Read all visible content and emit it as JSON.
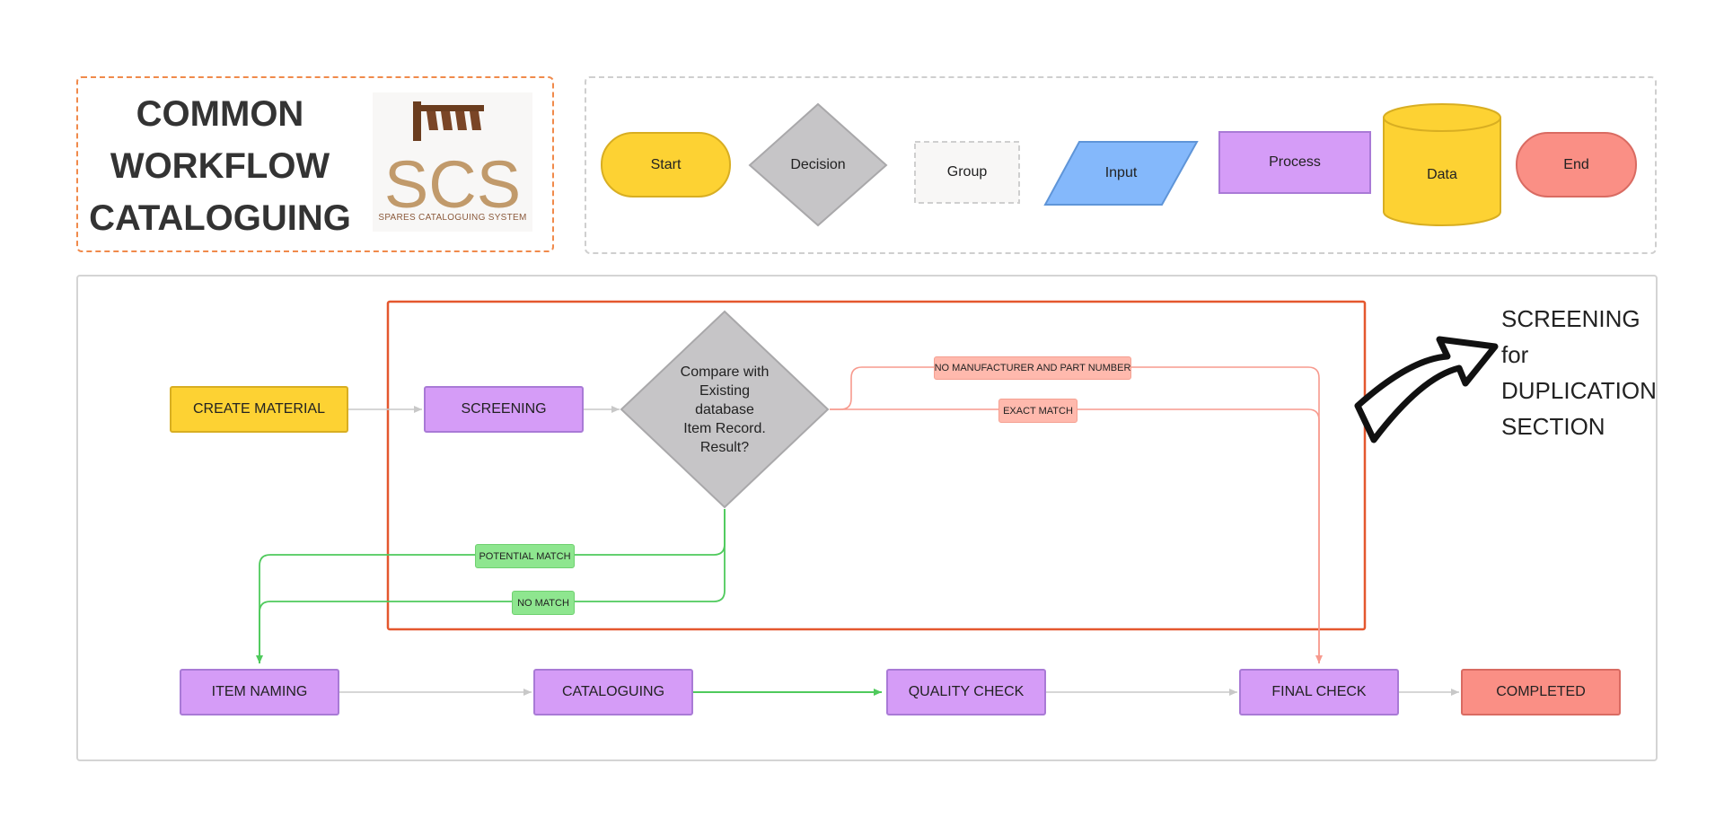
{
  "header": {
    "title_lines": [
      "COMMON",
      "WORKFLOW",
      "CATALOGUING"
    ],
    "logo_letters": "SCS",
    "logo_subtitle": "SPARES CATALOGUING SYSTEM"
  },
  "legend": {
    "start": "Start",
    "decision": "Decision",
    "group": "Group",
    "input": "Input",
    "process": "Process",
    "data": "Data",
    "end": "End"
  },
  "flow": {
    "create_material": "CREATE MATERIAL",
    "screening": "SCREENING",
    "decision_lines": [
      "Compare with",
      "Existing",
      "database",
      "Item Record.",
      "Result?"
    ],
    "item_naming": "ITEM NAMING",
    "cataloguing": "CATALOGUING",
    "quality_check": "QUALITY CHECK",
    "final_check": "FINAL CHECK",
    "completed": "COMPLETED"
  },
  "edge_labels": {
    "no_manufacturer": "NO MANUFACTURER AND PART NUMBER",
    "exact_match": "EXACT MATCH",
    "potential_match": "POTENTIAL MATCH",
    "no_match": "NO MATCH"
  },
  "annotation": {
    "lines": [
      "SCREENING",
      "for",
      "DUPLICATION",
      "SECTION"
    ]
  },
  "colors": {
    "start_yellow": "#fdd233",
    "process_purple": "#d59cf7",
    "decision_gray": "#c6c5c7",
    "input_blue": "#84b8fb",
    "end_red": "#fa8f85",
    "section_border": "#e4572e",
    "edge_red": "#f79a8e",
    "edge_green": "#4fca5c",
    "edge_gray": "#c8c8c8"
  }
}
